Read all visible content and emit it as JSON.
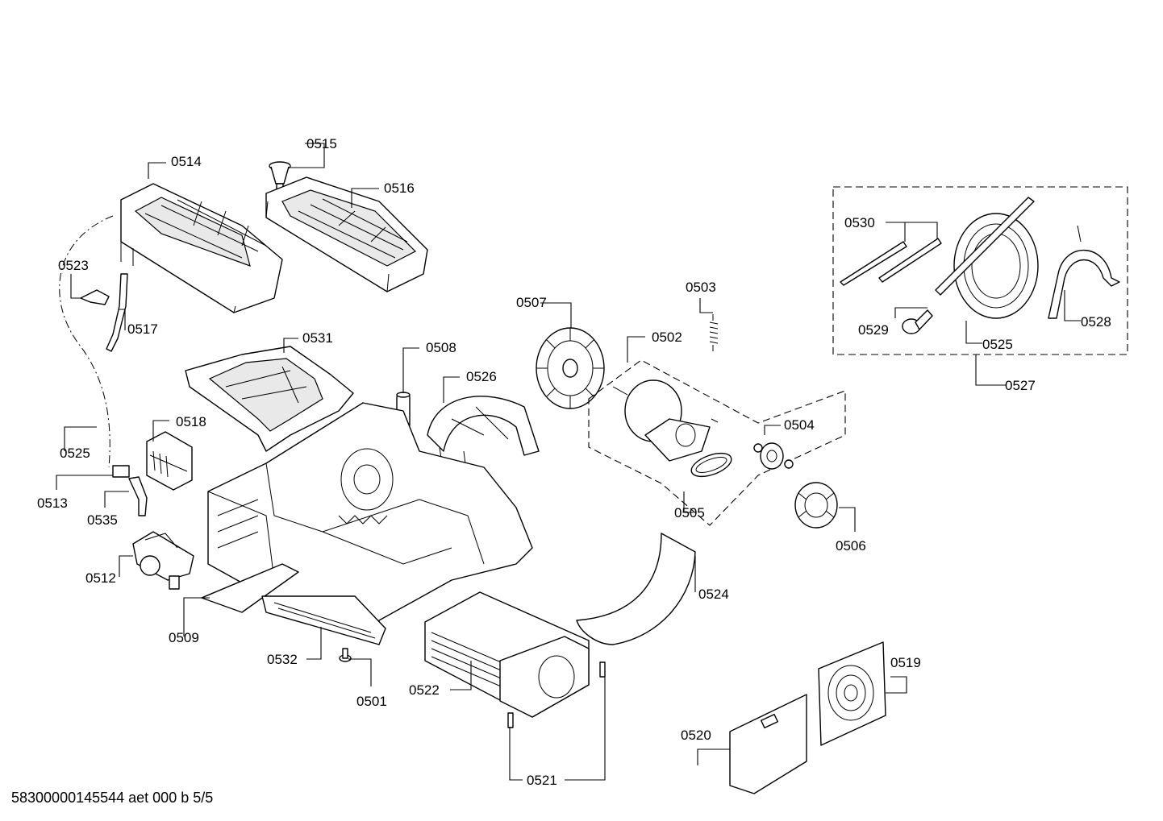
{
  "document_code": "58300000145544 aet 000 b 5/5",
  "callouts": {
    "c0501": "0501",
    "c0502": "0502",
    "c0503": "0503",
    "c0504": "0504",
    "c0505": "0505",
    "c0506": "0506",
    "c0507": "0507",
    "c0508": "0508",
    "c0509": "0509",
    "c0512": "0512",
    "c0513": "0513",
    "c0514": "0514",
    "c0515": "0515",
    "c0516": "0516",
    "c0517": "0517",
    "c0518": "0518",
    "c0519": "0519",
    "c0520": "0520",
    "c0521": "0521",
    "c0522": "0522",
    "c0523": "0523",
    "c0524": "0524",
    "c0525a": "0525",
    "c0525b": "0525",
    "c0526": "0526",
    "c0527": "0527",
    "c0528": "0528",
    "c0529": "0529",
    "c0530": "0530",
    "c0531": "0531",
    "c0532": "0532",
    "c0535": "0535"
  }
}
